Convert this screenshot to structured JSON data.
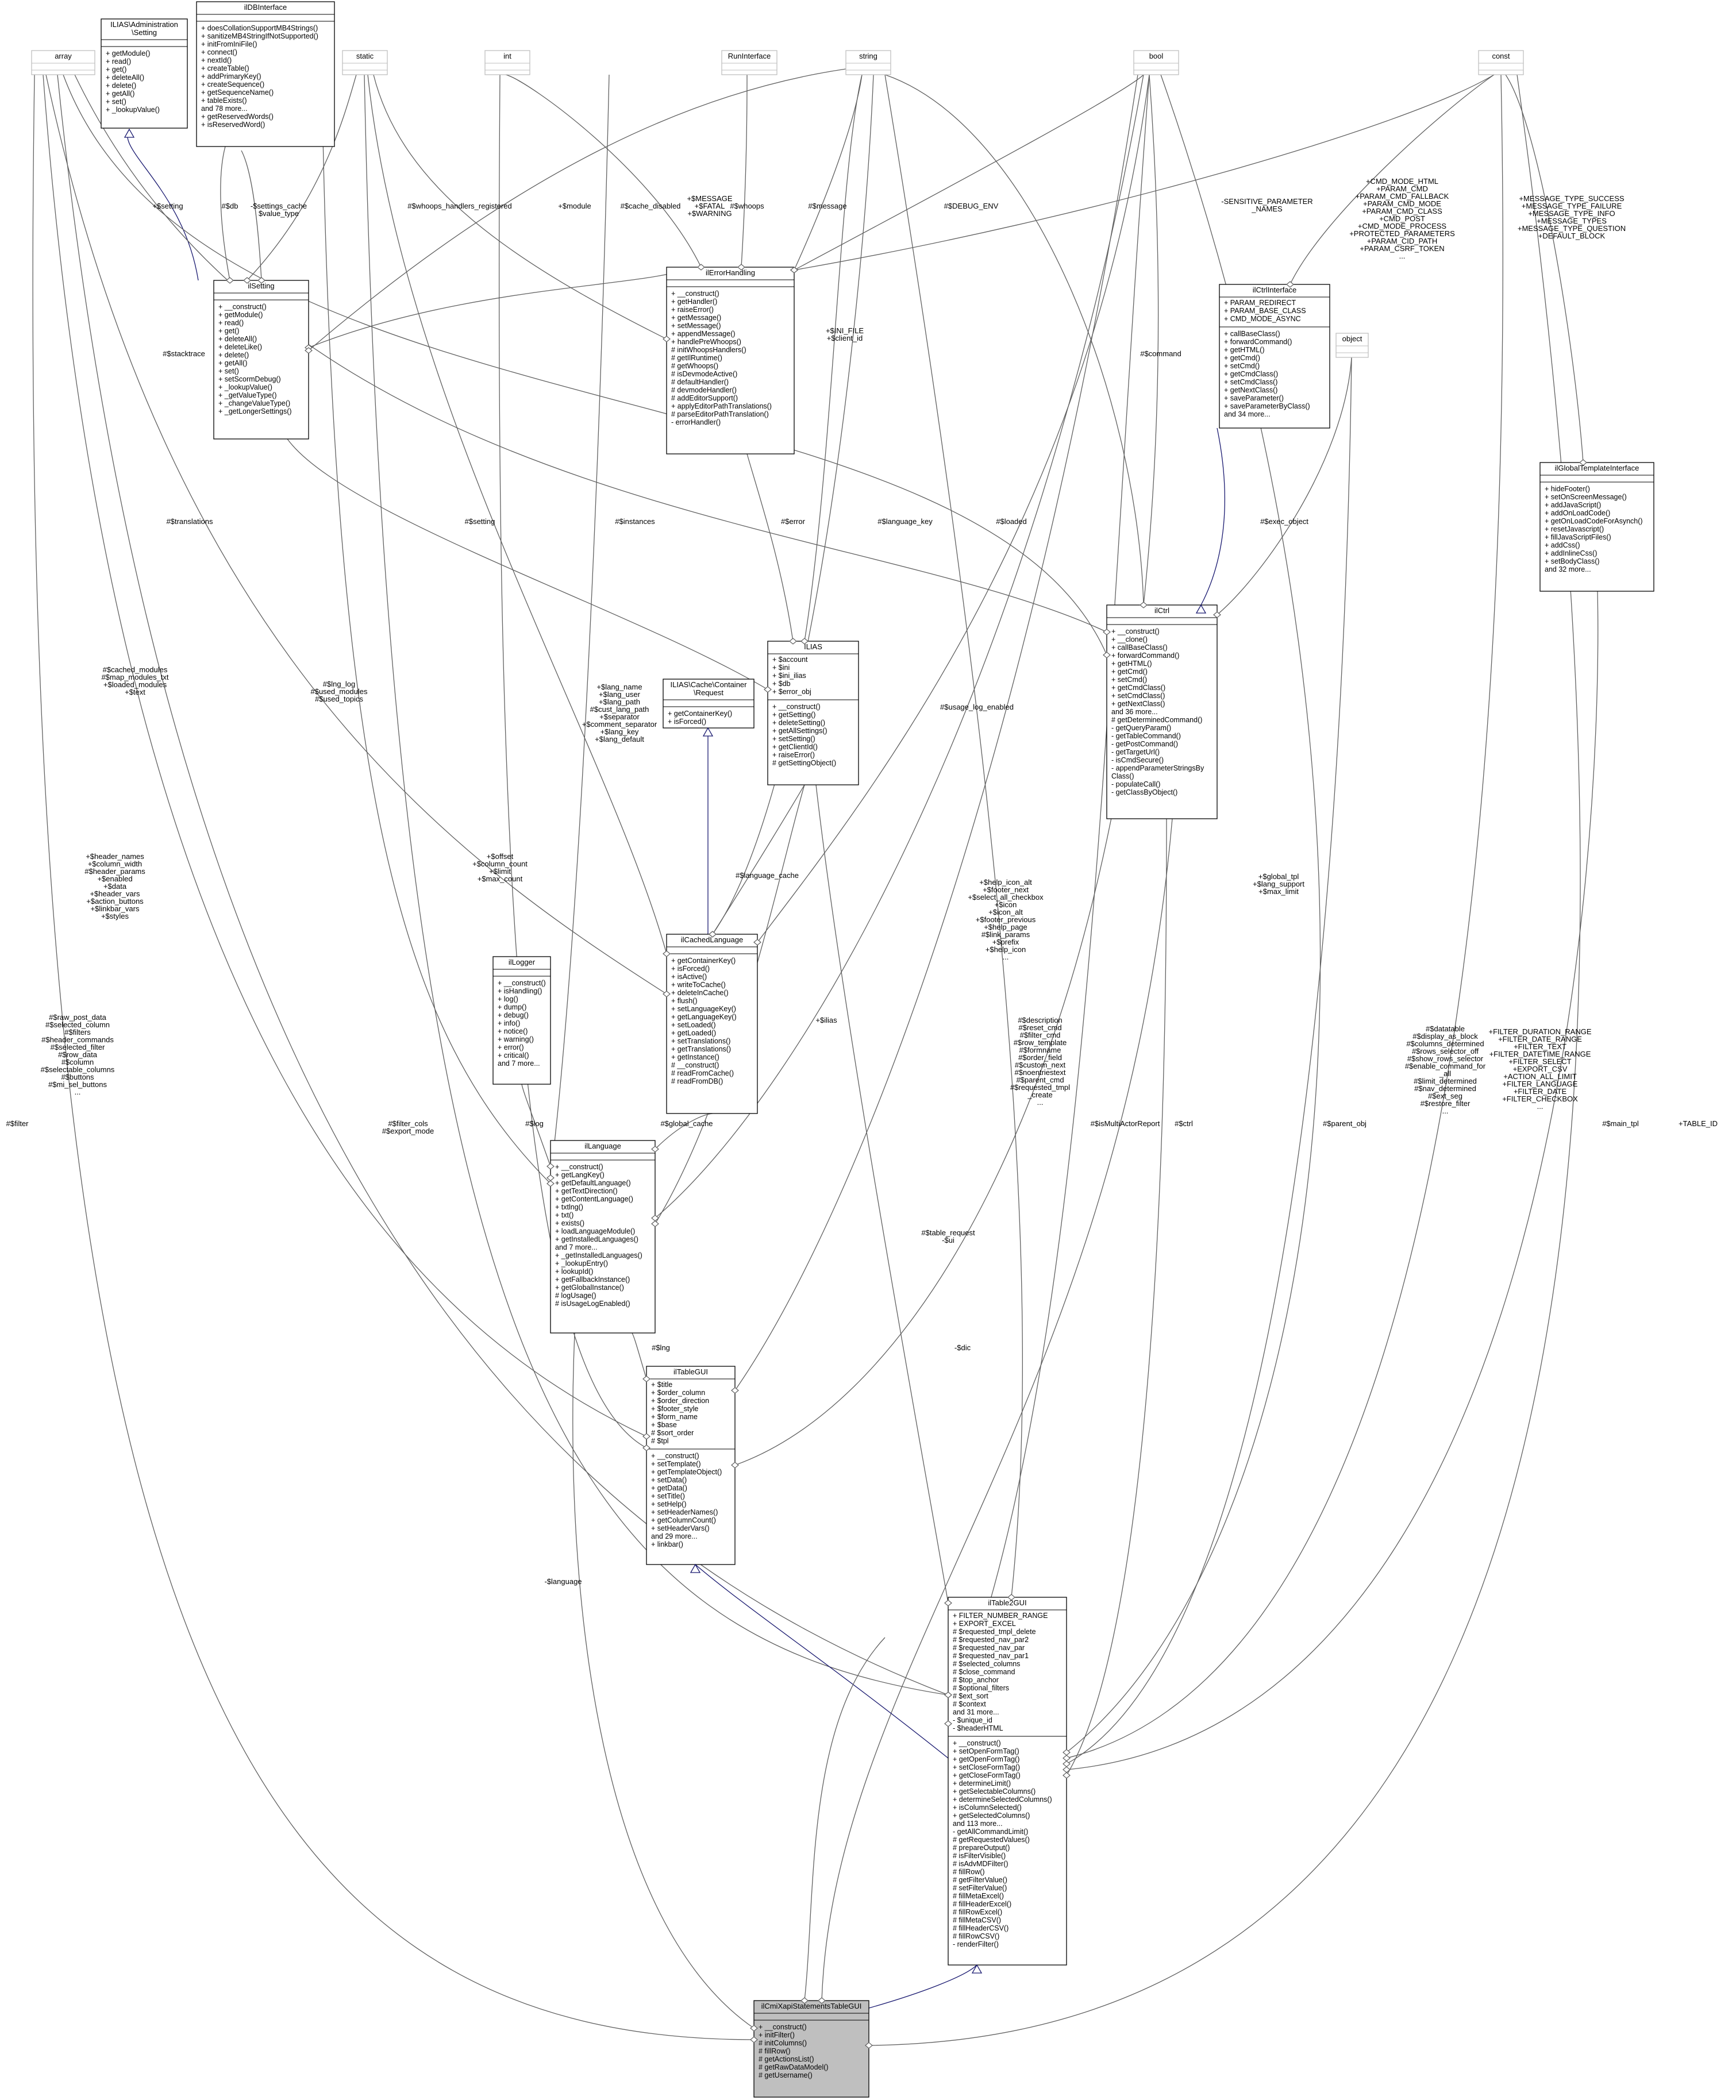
{
  "classes": {
    "array": {
      "title": [
        "array"
      ],
      "attrs": [],
      "methods": []
    },
    "admin_setting": {
      "title": [
        "ILIAS\\Administration",
        "\\Setting"
      ],
      "attrs": [],
      "methods": [
        "+ getModule()",
        "+ read()",
        "+ get()",
        "+ deleteAll()",
        "+ delete()",
        "+ getAll()",
        "+ set()",
        "+ _lookupValue()"
      ]
    },
    "ildbinterface": {
      "title": [
        "ilDBInterface"
      ],
      "attrs": [],
      "methods": [
        "+ doesCollationSupportMB4Strings()",
        "+ sanitizeMB4StringIfNotSupported()",
        "+ initFromIniFile()",
        "+ connect()",
        "+ nextId()",
        "+ createTable()",
        "+ addPrimaryKey()",
        "+ createSequence()",
        "+ getSequenceName()",
        "+ tableExists()",
        "and 78 more...",
        "+ getReservedWords()",
        "+ isReservedWord()"
      ]
    },
    "static": {
      "title": [
        "static"
      ],
      "attrs": [],
      "methods": []
    },
    "int": {
      "title": [
        "int"
      ],
      "attrs": [],
      "methods": []
    },
    "runinterface": {
      "title": [
        "RunInterface"
      ],
      "attrs": [],
      "methods": []
    },
    "string": {
      "title": [
        "string"
      ],
      "attrs": [],
      "methods": []
    },
    "bool": {
      "title": [
        "bool"
      ],
      "attrs": [],
      "methods": []
    },
    "const": {
      "title": [
        "const"
      ],
      "attrs": [],
      "methods": []
    },
    "ilsetting": {
      "title": [
        "ilSetting"
      ],
      "attrs": [],
      "methods": [
        "+ __construct()",
        "+ getModule()",
        "+ read()",
        "+ get()",
        "+ deleteAll()",
        "+ deleteLike()",
        "+ delete()",
        "+ getAll()",
        "+ set()",
        "+ setScormDebug()",
        "+ _lookupValue()",
        "+ _getValueType()",
        "+ _changeValueType()",
        "+ _getLongerSettings()"
      ]
    },
    "ilerrorhandling": {
      "title": [
        "ilErrorHandling"
      ],
      "attrs": [],
      "methods": [
        "+ __construct()",
        "+ getHandler()",
        "+ raiseError()",
        "+ getMessage()",
        "+ setMessage()",
        "+ appendMessage()",
        "+ handlePreWhoops()",
        "# initWhoopsHandlers()",
        "# getIlRuntime()",
        "# getWhoops()",
        "# isDevmodeActive()",
        "# defaultHandler()",
        "# devmodeHandler()",
        "# addEditorSupport()",
        "+ applyEditorPathTranslations()",
        "# parseEditorPathTranslation()",
        "- errorHandler()"
      ]
    },
    "ilctrlinterface": {
      "title": [
        "ilCtrlInterface"
      ],
      "attrs": [
        "+ PARAM_REDIRECT",
        "+ PARAM_BASE_CLASS",
        "+ CMD_MODE_ASYNC"
      ],
      "methods": [
        "+ callBaseClass()",
        "+ forwardCommand()",
        "+ getHTML()",
        "+ getCmd()",
        "+ setCmd()",
        "+ getCmdClass()",
        "+ setCmdClass()",
        "+ getNextClass()",
        "+ saveParameter()",
        "+ saveParameterByClass()",
        "and 34 more..."
      ]
    },
    "object": {
      "title": [
        "object"
      ],
      "attrs": [],
      "methods": []
    },
    "ilglobaltemplateinterface": {
      "title": [
        "ilGlobalTemplateInterface"
      ],
      "attrs": [],
      "methods": [
        "+ hideFooter()",
        "+ setOnScreenMessage()",
        "+ addJavaScript()",
        "+ addOnLoadCode()",
        "+ getOnLoadCodeForAsynch()",
        "+ resetJavascript()",
        "+ fillJavaScriptFiles()",
        "+ addCss()",
        "+ addInlineCss()",
        "+ setBodyClass()",
        "and 32 more..."
      ]
    },
    "ilctrl": {
      "title": [
        "ilCtrl"
      ],
      "attrs": [],
      "methods": [
        "+ __construct()",
        "+ __clone()",
        "+ callBaseClass()",
        "+ forwardCommand()",
        "+ getHTML()",
        "+ getCmd()",
        "+ setCmd()",
        "+ getCmdClass()",
        "+ setCmdClass()",
        "+ getNextClass()",
        "and 36 more...",
        "# getDeterminedCommand()",
        "- getQueryParam()",
        "- getTableCommand()",
        "- getPostCommand()",
        "- getTargetUrl()",
        "- isCmdSecure()",
        "- appendParameterStringsBy",
        "Class()",
        "- populateCall()",
        "- getClassByObject()"
      ]
    },
    "ilias": {
      "title": [
        "ILIAS"
      ],
      "attrs": [
        "+ $account",
        "+ $ini",
        "+ $ini_ilias",
        "+ $db",
        "+ $error_obj"
      ],
      "methods": [
        "+ __construct()",
        "+ getSetting()",
        "+ deleteSetting()",
        "+ getAllSettings()",
        "+ setSetting()",
        "+ getClientId()",
        "+ raiseError()",
        "# getSettingObject()"
      ]
    },
    "cache_request": {
      "title": [
        "ILIAS\\Cache\\Container",
        "\\Request"
      ],
      "attrs": [],
      "methods": [
        "+ getContainerKey()",
        "+ isForced()"
      ]
    },
    "ilcachedlanguage": {
      "title": [
        "ilCachedLanguage"
      ],
      "attrs": [],
      "methods": [
        "+ getContainerKey()",
        "+ isForced()",
        "+ isActive()",
        "+ writeToCache()",
        "+ deleteInCache()",
        "+ flush()",
        "+ setLanguageKey()",
        "+ getLanguageKey()",
        "+ setLoaded()",
        "+ getLoaded()",
        "+ setTranslations()",
        "+ getTranslations()",
        "+ getInstance()",
        "# __construct()",
        "# readFromCache()",
        "# readFromDB()"
      ]
    },
    "illogger": {
      "title": [
        "ilLogger"
      ],
      "attrs": [],
      "methods": [
        "+ __construct()",
        "+ isHandling()",
        "+ log()",
        "+ dump()",
        "+ debug()",
        "+ info()",
        "+ notice()",
        "+ warning()",
        "+ error()",
        "+ critical()",
        "and 7 more..."
      ]
    },
    "illanguage": {
      "title": [
        "ilLanguage"
      ],
      "attrs": [],
      "methods": [
        "+ __construct()",
        "+ getLangKey()",
        "+ getDefaultLanguage()",
        "+ getTextDirection()",
        "+ getContentLanguage()",
        "+ txtlng()",
        "+ txt()",
        "+ exists()",
        "+ loadLanguageModule()",
        "+ getInstalledLanguages()",
        "and 7 more...",
        "+ _getInstalledLanguages()",
        "+ _lookupEntry()",
        "+ lookupId()",
        "+ getFallbackInstance()",
        "+ getGlobalInstance()",
        "# logUsage()",
        "# isUsageLogEnabled()"
      ]
    },
    "iltablegui": {
      "title": [
        "ilTableGUI"
      ],
      "attrs": [
        "+ $title",
        "+ $order_column",
        "+ $order_direction",
        "+ $footer_style",
        "+ $form_name",
        "+ $base",
        "# $sort_order",
        "# $tpl"
      ],
      "methods": [
        "+ __construct()",
        "+ setTemplate()",
        "+ getTemplateObject()",
        "+ setData()",
        "+ getData()",
        "+ setTitle()",
        "+ setHelp()",
        "+ setHeaderNames()",
        "+ getColumnCount()",
        "+ setHeaderVars()",
        "and 29 more...",
        "+ linkbar()"
      ]
    },
    "iltable2gui": {
      "title": [
        "ilTable2GUI"
      ],
      "attrs": [
        "+ FILTER_NUMBER_RANGE",
        "+ EXPORT_EXCEL",
        "# $requested_tmpl_delete",
        "# $requested_nav_par2",
        "# $requested_nav_par",
        "# $requested_nav_par1",
        "# $selected_columns",
        "# $close_command",
        "# $top_anchor",
        "# $optional_filters",
        "# $ext_sort",
        "# $context",
        "and 31 more...",
        "- $unique_id",
        "- $headerHTML"
      ],
      "methods": [
        "+ __construct()",
        "+ setOpenFormTag()",
        "+ getOpenFormTag()",
        "+ setCloseFormTag()",
        "+ getCloseFormTag()",
        "+ determineLimit()",
        "+ getSelectableColumns()",
        "+ determineSelectedColumns()",
        "+ isColumnSelected()",
        "+ getSelectedColumns()",
        "and 113 more...",
        "- getAllCommandLimit()",
        "# getRequestedValues()",
        "# prepareOutput()",
        "# isFilterVisible()",
        "# isAdvMDFilter()",
        "# fillRow()",
        "# getFilterValue()",
        "# setFilterValue()",
        "# fillMetaExcel()",
        "# fillHeaderExcel()",
        "# fillRowExcel()",
        "# fillMetaCSV()",
        "# fillHeaderCSV()",
        "# fillRowCSV()",
        "- renderFilter()"
      ]
    },
    "main": {
      "title": [
        "ilCmiXapiStatementsTableGUI"
      ],
      "attrs": [],
      "methods": [
        "+ __construct()",
        "+ initFilter()",
        "# initColumns()",
        "# fillRow()",
        "# getActionsList()",
        "# getRawDataModel()",
        "# getUsername()"
      ]
    }
  },
  "edge_labels": {
    "admin_setting_setting": [
      "+$setting"
    ],
    "db": [
      "#$db"
    ],
    "settings_cache": [
      "-$settings_cache",
      "$value_type"
    ],
    "whoops_reg": [
      "#$whoops_handlers_registered"
    ],
    "module": [
      "+$module"
    ],
    "cache_disabled": [
      "#$cache_disabled"
    ],
    "message": [
      "+$MESSAGE",
      "+$FATAL",
      "+$WARNING"
    ],
    "whoops": [
      "#$whoops"
    ],
    "str_message": [
      "#$message"
    ],
    "debug_env": [
      "#$DEBUG_ENV"
    ],
    "sensitive": [
      "-SENSITIVE_PARAMETER",
      "_NAMES"
    ],
    "ctrl_consts": [
      "+CMD_MODE_HTML",
      "+PARAM_CMD",
      "+PARAM_CMD_FALLBACK",
      "+PARAM_CMD_MODE",
      "+PARAM_CMD_CLASS",
      "+CMD_POST",
      "+CMD_MODE_PROCESS",
      "+PROTECTED_PARAMETERS",
      "+PARAM_CID_PATH",
      "+PARAM_CSRF_TOKEN",
      "..."
    ],
    "msg_consts": [
      "+MESSAGE_TYPE_SUCCESS",
      "+MESSAGE_TYPE_FAILURE",
      "+MESSAGE_TYPE_INFO",
      "+MESSAGE_TYPES",
      "+MESSAGE_TYPE_QUESTION",
      "+DEFAULT_BLOCK"
    ],
    "stacktrace": [
      "#$stacktrace"
    ],
    "ini_file": [
      "+$INI_FILE",
      "+$client_id"
    ],
    "command": [
      "#$command"
    ],
    "translations": [
      "#$translations"
    ],
    "setting": [
      "#$setting"
    ],
    "instances": [
      "#$instances"
    ],
    "error": [
      "#$error"
    ],
    "language_key": [
      "#$language_key"
    ],
    "loaded": [
      "#$loaded"
    ],
    "exec_object": [
      "#$exec_object"
    ],
    "cached_modules": [
      "#$cached_modules",
      "#$map_modules_txt",
      "+$loaded_modules",
      "+$text"
    ],
    "lng_log": [
      "#$lng_log",
      "#$used_modules",
      "#$used_topics"
    ],
    "lang_name": [
      "+$lang_name",
      "+$lang_user",
      "+$lang_path",
      "#$cust_lang_path",
      "+$separator",
      "+$comment_separator",
      "+$lang_key",
      "+$lang_default"
    ],
    "usage_log": [
      "#$usage_log_enabled"
    ],
    "header_names": [
      "+$header_names",
      "+$column_width",
      "#$header_params",
      "+$enabled",
      "+$data",
      "+$header_vars",
      "+$action_buttons",
      "+$linkbar_vars",
      "+$styles"
    ],
    "offset": [
      "+$offset",
      "+$column_count",
      "+$limit",
      "+$max_count"
    ],
    "language_cache": [
      "#$language_cache"
    ],
    "help_icon": [
      "+$help_icon_alt",
      "+$footer_next",
      "+$select_all_checkbox",
      "+$icon",
      "+$icon_alt",
      "+$footer_previous",
      "+$help_page",
      "#$link_params",
      "+$prefix",
      "+$help_icon",
      "..."
    ],
    "global_tpl": [
      "+$global_tpl",
      "+$lang_support",
      "+$max_limit"
    ],
    "raw_post": [
      "#$raw_post_data",
      "#$selected_column",
      "#$filters",
      "#$header_commands",
      "#$selected_filter",
      "#$row_data",
      "#$column",
      "#$selectable_columns",
      "#$buttons",
      "#$mi_sel_buttons",
      "..."
    ],
    "ilias_var": [
      "+$ilias"
    ],
    "description": [
      "#$description",
      "#$reset_cmd",
      "#$filter_cmd",
      "#$row_template",
      "#$formname",
      "#$order_field",
      "#$custom_next",
      "#$noentriestext",
      "#$parent_cmd",
      "#$requested_tmpl",
      "_create",
      "..."
    ],
    "datatable": [
      "#$datatable",
      "#$display_as_block",
      "#$columns_determined",
      "#$rows_selector_off",
      "#$show_rows_selector",
      "#$enable_command_for",
      "_all",
      "#$limit_determined",
      "#$nav_determined",
      "#$ext_seg",
      "#$restore_filter",
      "..."
    ],
    "filter_consts": [
      "+FILTER_DURATION_RANGE",
      "+FILTER_DATE_RANGE",
      "+FILTER_TEXT",
      "+FILTER_DATETIME_RANGE",
      "+FILTER_SELECT",
      "+EXPORT_CSV",
      "+ACTION_ALL_LIMIT",
      "+FILTER_LANGUAGE",
      "+FILTER_DATE",
      "+FILTER_CHECKBOX",
      "..."
    ],
    "log": [
      "#$log"
    ],
    "global_cache": [
      "#$global_cache"
    ],
    "filter_cols": [
      "#$filter_cols",
      "#$export_mode"
    ],
    "filter": [
      "#$filter"
    ],
    "is_multi": [
      "#$isMultiActorReport"
    ],
    "parent_obj": [
      "#$parent_obj"
    ],
    "main_tpl": [
      "#$main_tpl"
    ],
    "table_id": [
      "+TABLE_ID"
    ],
    "ctrl": [
      "#$ctrl"
    ],
    "table_request": [
      "#$table_request",
      "-$ui"
    ],
    "dic": [
      "-$dic"
    ],
    "lng": [
      "#$lng"
    ],
    "language": [
      "-$language"
    ]
  }
}
